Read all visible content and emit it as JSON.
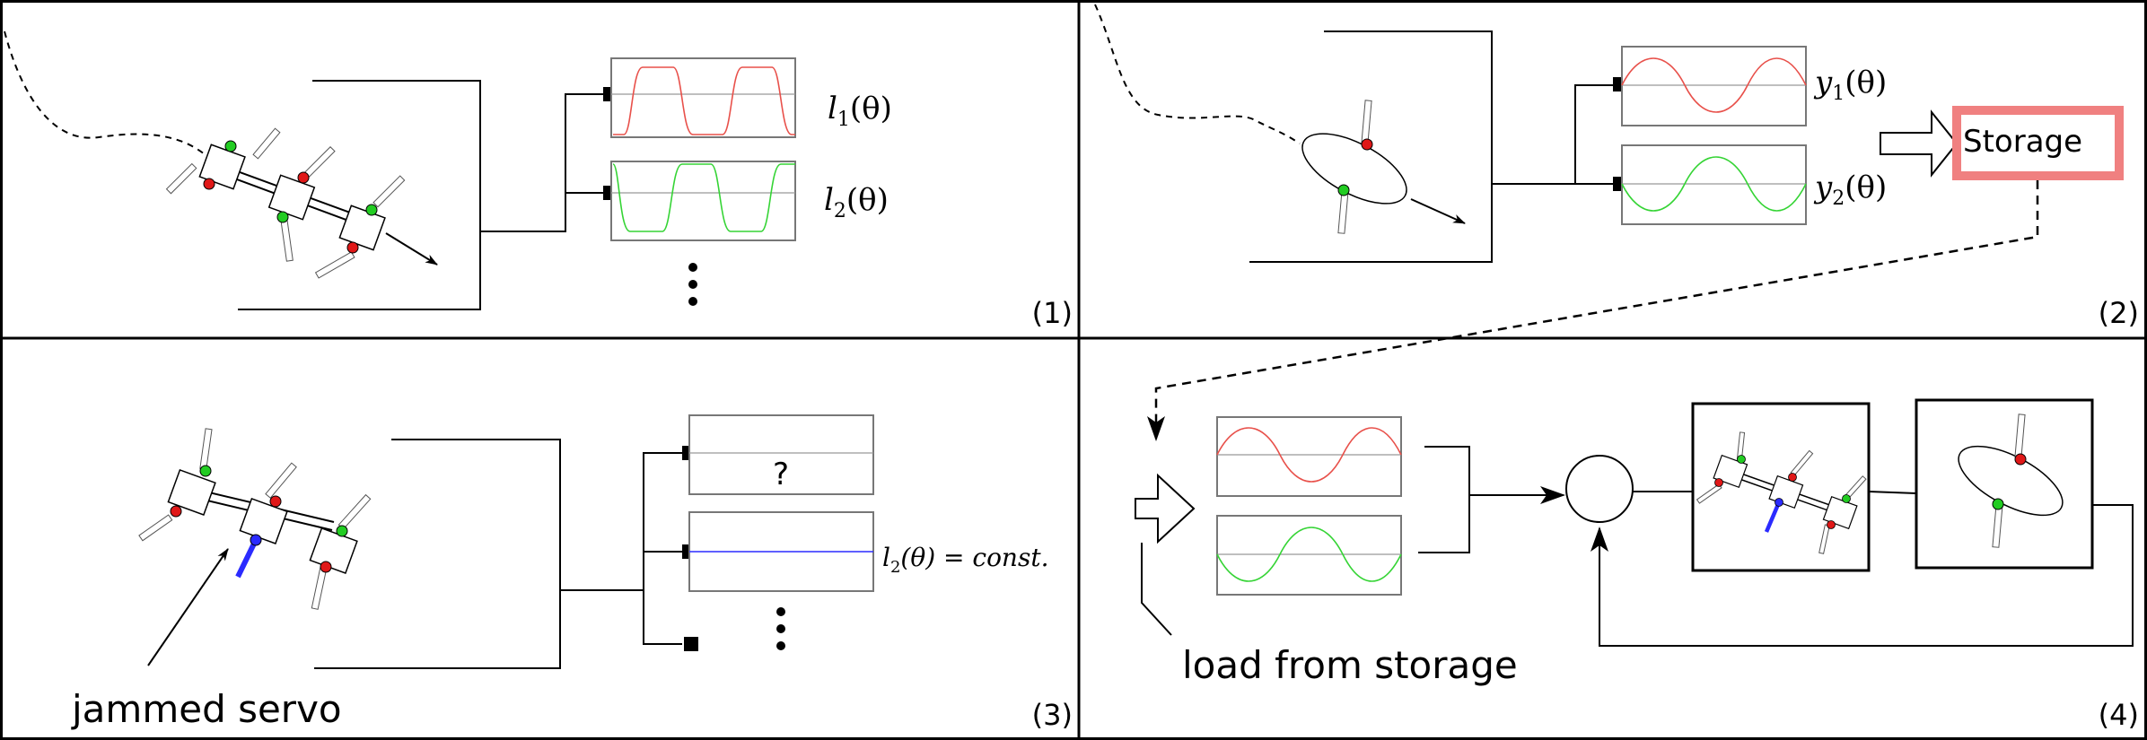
{
  "panels": [
    {
      "number": "(1)"
    },
    {
      "number": "(2)"
    },
    {
      "number": "(3)"
    },
    {
      "number": "(4)"
    }
  ],
  "panel1": {
    "label_1_base": "l",
    "label_1_sub": "1",
    "label_1_arg": "(θ)",
    "label_2_base": "l",
    "label_2_sub": "2",
    "label_2_arg": "(θ)"
  },
  "panel2": {
    "label_1_base": "y",
    "label_1_sub": "1",
    "label_1_arg": "(θ)",
    "label_2_base": "y",
    "label_2_sub": "2",
    "label_2_arg": "(θ)",
    "storage_label": "Storage"
  },
  "panel3": {
    "unknown_mark": "?",
    "const_base": "l",
    "const_sub": "2",
    "const_rest": "(θ) = const.",
    "jammed_label": "jammed servo"
  },
  "panel4": {
    "load_label": "load from storage"
  },
  "colors": {
    "red_signal": "#e8504a",
    "green_signal": "#35d435",
    "blue_signal": "#2b2bff",
    "storage_border": "#f08080",
    "servo_red": "#e01818",
    "servo_green": "#22cc22"
  }
}
